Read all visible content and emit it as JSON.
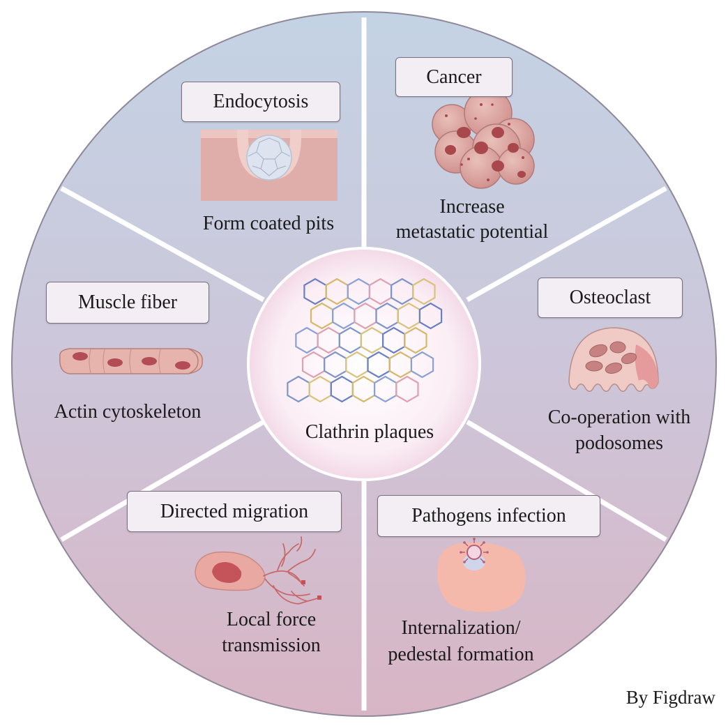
{
  "center": {
    "label": "Clathrin plaques"
  },
  "segments": {
    "endocytosis": {
      "title": "Endocytosis",
      "caption": "Form coated pits"
    },
    "cancer": {
      "title": "Cancer",
      "caption_line1": "Increase",
      "caption_line2": "metastatic potential"
    },
    "osteoclast": {
      "title": "Osteoclast",
      "caption_line1": "Co-operation with",
      "caption_line2": "podosomes"
    },
    "pathogens": {
      "title": "Pathogens infection",
      "caption_line1": "Internalization/",
      "caption_line2": "pedestal formation"
    },
    "migration": {
      "title": "Directed migration",
      "caption_line1": "Local force",
      "caption_line2": "transmission"
    },
    "muscle": {
      "title": "Muscle fiber",
      "caption": "Actin cytoskeleton"
    }
  },
  "credit": "By Figdraw",
  "colors": {
    "wheel_top": "#c3d3e4",
    "wheel_bottom": "#d7b7c6",
    "divider": "#ffffff",
    "label_box_fill": "#f3eef4",
    "label_box_border": "#7a6f82",
    "cell_fill": "#f1b9ae",
    "nucleus": "#c95f63"
  }
}
